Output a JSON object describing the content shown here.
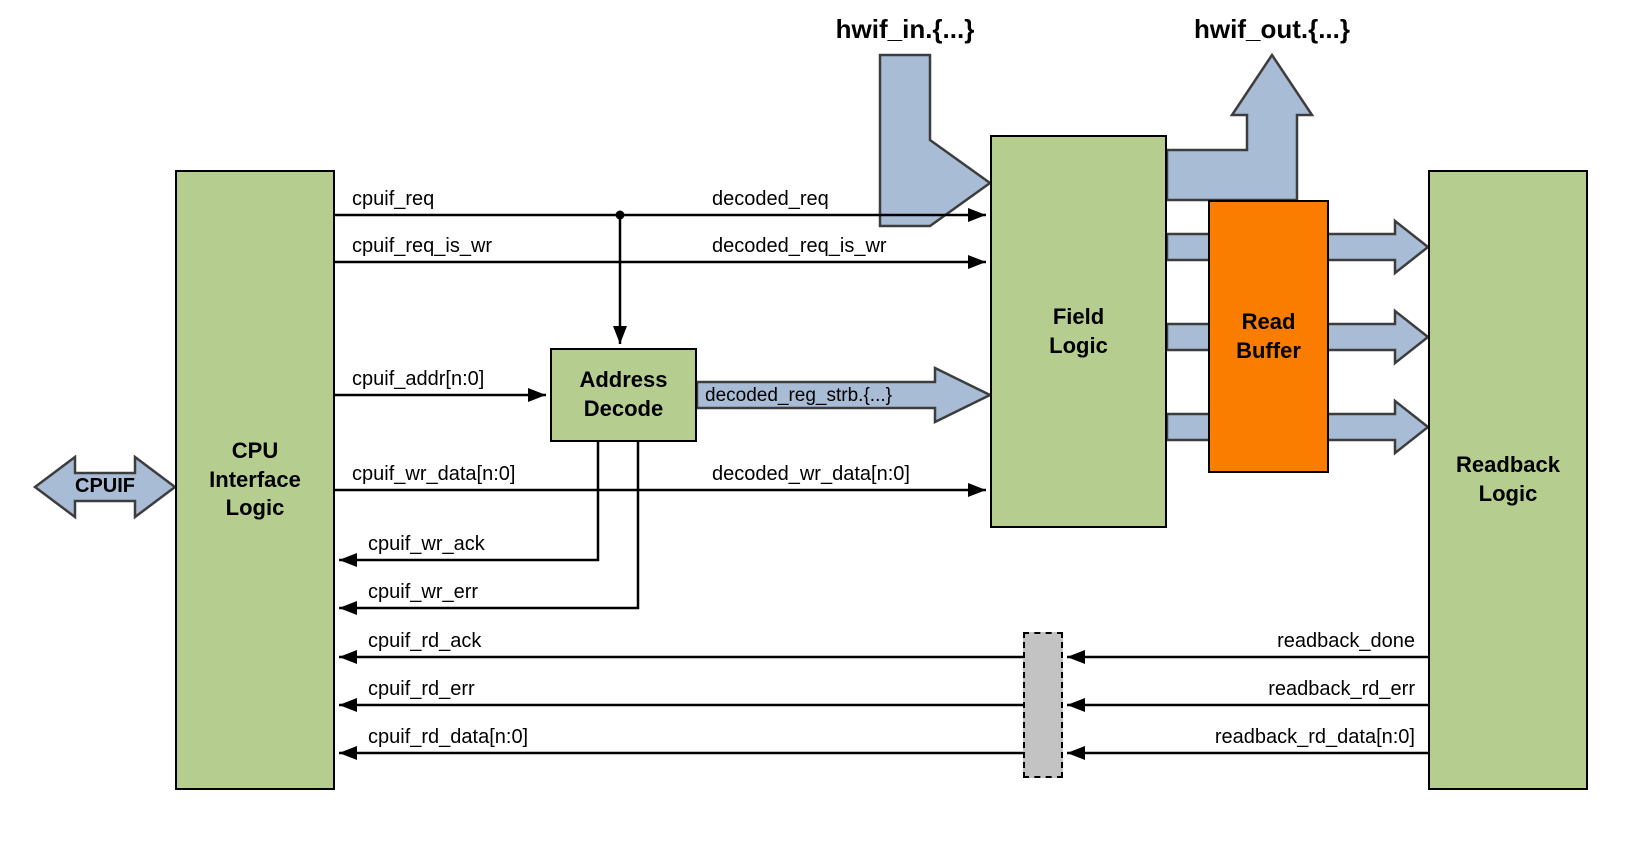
{
  "diagram": {
    "blocks": {
      "cpu_interface": {
        "label": "CPU\nInterface\nLogic"
      },
      "address_decode": {
        "label": "Address\nDecode"
      },
      "field_logic": {
        "label": "Field\nLogic"
      },
      "read_buffer": {
        "label": "Read\nBuffer"
      },
      "readback_logic": {
        "label": "Readback\nLogic"
      },
      "cpuif_port": {
        "label": "CPUIF"
      }
    },
    "top_labels": {
      "hwif_in": "hwif_in.{...}",
      "hwif_out": "hwif_out.{...}"
    },
    "signals": {
      "cpuif_req": "cpuif_req",
      "decoded_req": "decoded_req",
      "cpuif_req_is_wr": "cpuif_req_is_wr",
      "decoded_req_is_wr": "decoded_req_is_wr",
      "cpuif_addr": "cpuif_addr[n:0]",
      "decoded_reg_strb": "decoded_reg_strb.{...}",
      "cpuif_wr_data": "cpuif_wr_data[n:0]",
      "decoded_wr_data": "decoded_wr_data[n:0]",
      "cpuif_wr_ack": "cpuif_wr_ack",
      "cpuif_wr_err": "cpuif_wr_err",
      "cpuif_rd_ack": "cpuif_rd_ack",
      "cpuif_rd_err": "cpuif_rd_err",
      "cpuif_rd_data": "cpuif_rd_data[n:0]",
      "readback_done": "readback_done",
      "readback_rd_err": "readback_rd_err",
      "readback_rd_data": "readback_rd_data[n:0]"
    },
    "colors": {
      "block_green": "#b5ce8f",
      "block_orange": "#fa7d00",
      "arrow_blue": "#a9bcd6",
      "retime_gray": "#c3c3c3",
      "wire_black": "#000000",
      "background": "#ffffff"
    }
  }
}
